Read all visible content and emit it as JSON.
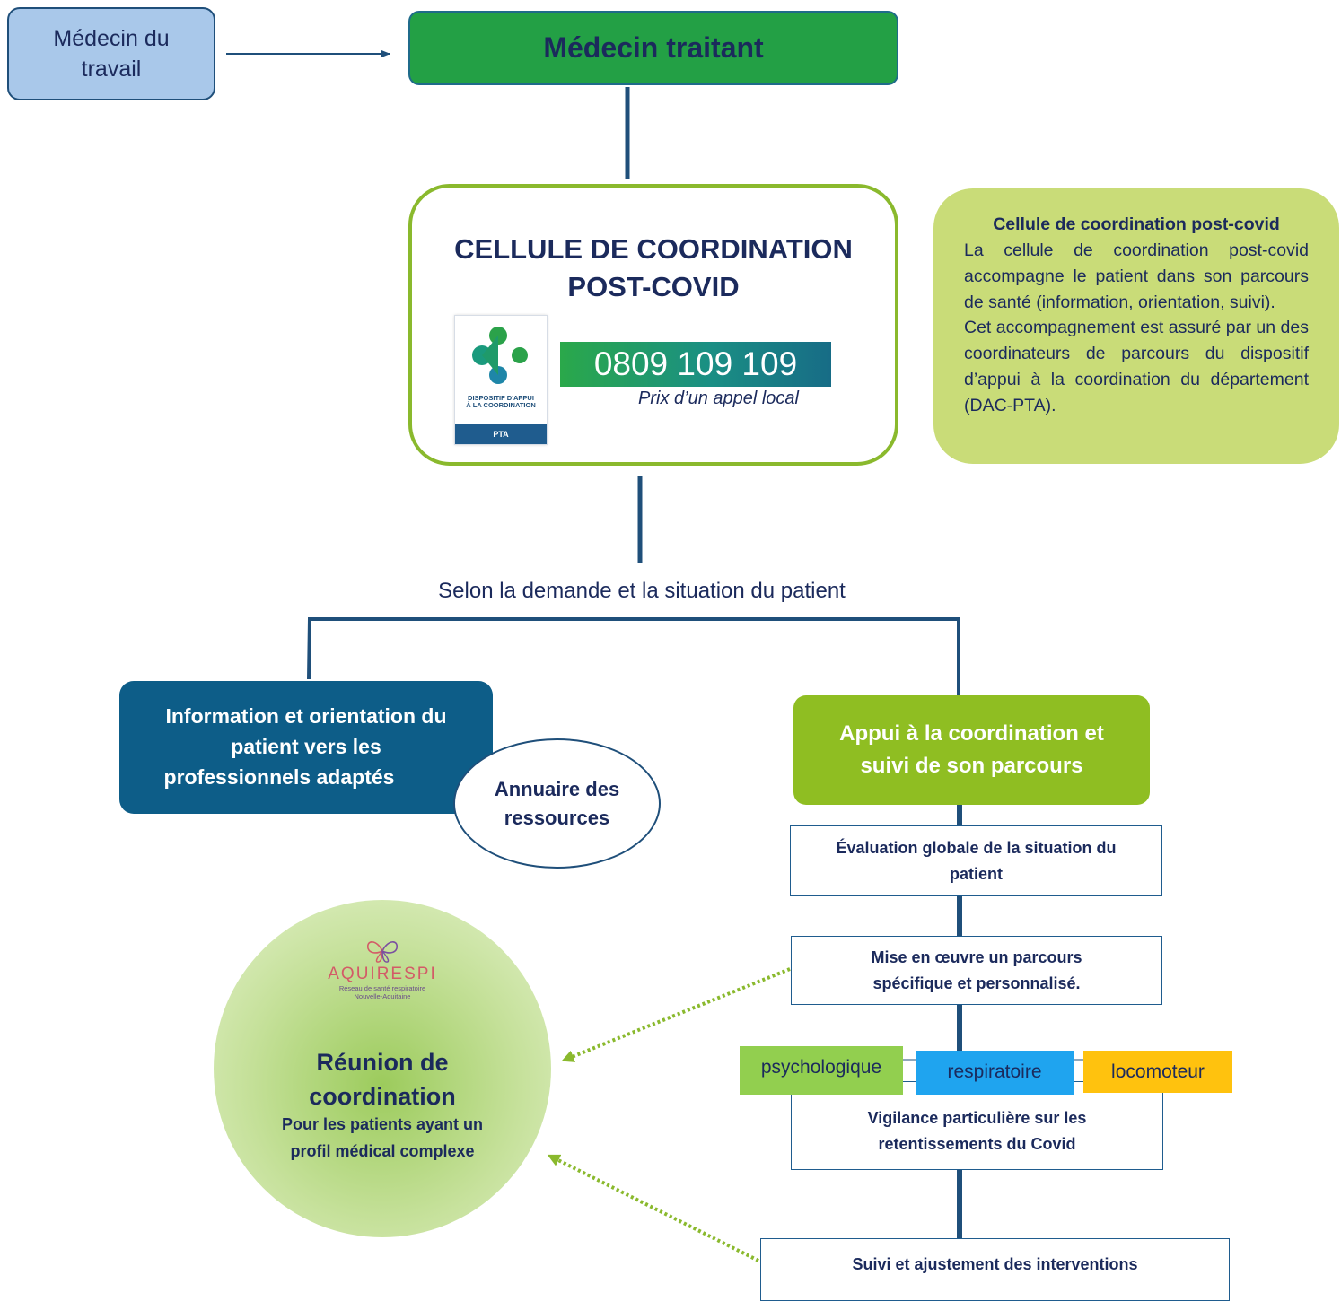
{
  "medecin_travail": "Médecin du travail",
  "medecin_traitant": "Médecin traitant",
  "cellule": {
    "title_line1": "CELLULE DE COORDINATION",
    "title_line2": "POST-COVID",
    "logo_text_line1": "DISPOSITIF D'APPUI",
    "logo_text_line2": "À LA COORDINATION",
    "logo_band": "PTA",
    "phone": "0809 109 109",
    "phone_note": "Prix d’un appel local"
  },
  "info_box": {
    "title": "Cellule de coordination post-covid",
    "paragraph1": "La cellule de coordination post-covid accompagne le patient dans son parcours de santé (information, orientation, suivi).",
    "paragraph2": "Cet accompagnement est assuré par un des coordinateurs de parcours du dispositif d’appui à la coordination du département (DAC-PTA)."
  },
  "selon": "Selon la demande et la situation du patient",
  "information_orientation": {
    "line1": "Information et orientation du",
    "line2": "patient vers les",
    "line3": "professionnels adaptés"
  },
  "annuaire": {
    "line1": "Annuaire des",
    "line2": "ressources"
  },
  "appui": {
    "line1": "Appui à la coordination et",
    "line2": "suivi de son parcours"
  },
  "evaluation": {
    "line1": "Évaluation globale de la situation du",
    "line2": "patient"
  },
  "mise_en_oeuvre": {
    "line1": "Mise en œuvre un parcours",
    "line2": "spécifique et personnalisé."
  },
  "tags": {
    "psychologique": "psychologique",
    "respiratoire": "respiratoire",
    "locomoteur": "locomoteur"
  },
  "vigilance": {
    "line1": "Vigilance particulière sur les",
    "line2": "retentissements du Covid"
  },
  "suivi": "Suivi et ajustement des interventions",
  "reunion": {
    "logo_name": "AQUIRESPI",
    "logo_sub1": "Réseau de santé respiratoire",
    "logo_sub2": "Nouvelle-Aquitaine",
    "title_line1": "Réunion de",
    "title_line2": "coordination",
    "sub_line1": "Pour les patients ayant un",
    "sub_line2": "profil médical complexe"
  },
  "colors": {
    "navy_text": "#1b2a5c",
    "connector": "#1f4f7a",
    "dotted_arrow": "#8ab92d",
    "green_main": "#23a045",
    "lime": "#8fbe22",
    "teal_box": "#0d5d88"
  }
}
